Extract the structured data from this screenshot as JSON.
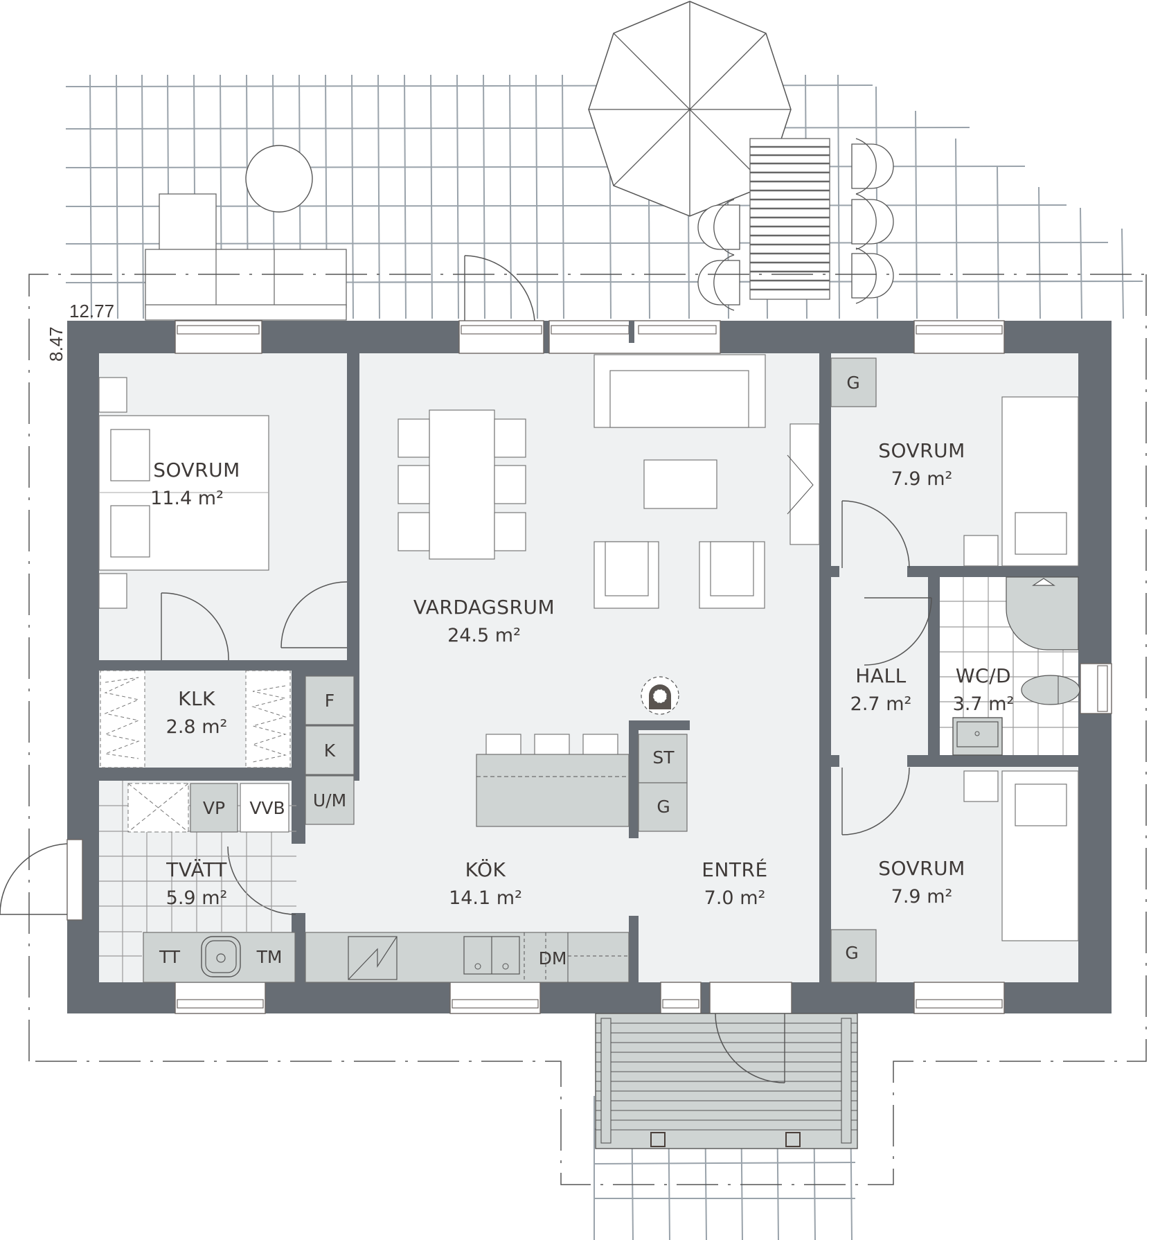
{
  "plan": {
    "dimensions": {
      "width": "12.77",
      "depth": "8.47"
    },
    "colors": {
      "wall": "#676d74",
      "floor": "#eff1f2",
      "fixture": "#cfd4d3",
      "text": "#3f3a38",
      "outdoor_grid": "#9aa3ab"
    },
    "rooms": {
      "sovrum_large": {
        "name": "SOVRUM",
        "area": "11.4 m²"
      },
      "vardagsrum": {
        "name": "VARDAGSRUM",
        "area": "24.5 m²"
      },
      "sovrum_top_right": {
        "name": "SOVRUM",
        "area": "7.9 m²"
      },
      "klk": {
        "name": "KLK",
        "area": "2.8 m²"
      },
      "hall": {
        "name": "HALL",
        "area": "2.7 m²"
      },
      "wc_d": {
        "name": "WC/D",
        "area": "3.7 m²"
      },
      "tvatt": {
        "name": "TVÄTT",
        "area": "5.9 m²"
      },
      "kok": {
        "name": "KÖK",
        "area": "14.1 m²"
      },
      "entre": {
        "name": "ENTRÉ",
        "area": "7.0 m²"
      },
      "sovrum_bottom_right": {
        "name": "SOVRUM",
        "area": "7.9 m²"
      }
    },
    "appliances": {
      "f": "F",
      "k": "K",
      "um": "U/M",
      "vp": "VP",
      "vvb": "VVB",
      "tt": "TT",
      "tm": "TM",
      "st": "ST",
      "g_island": "G",
      "dm": "DM",
      "g_top_right": "G",
      "g_bottom_right": "G"
    }
  }
}
